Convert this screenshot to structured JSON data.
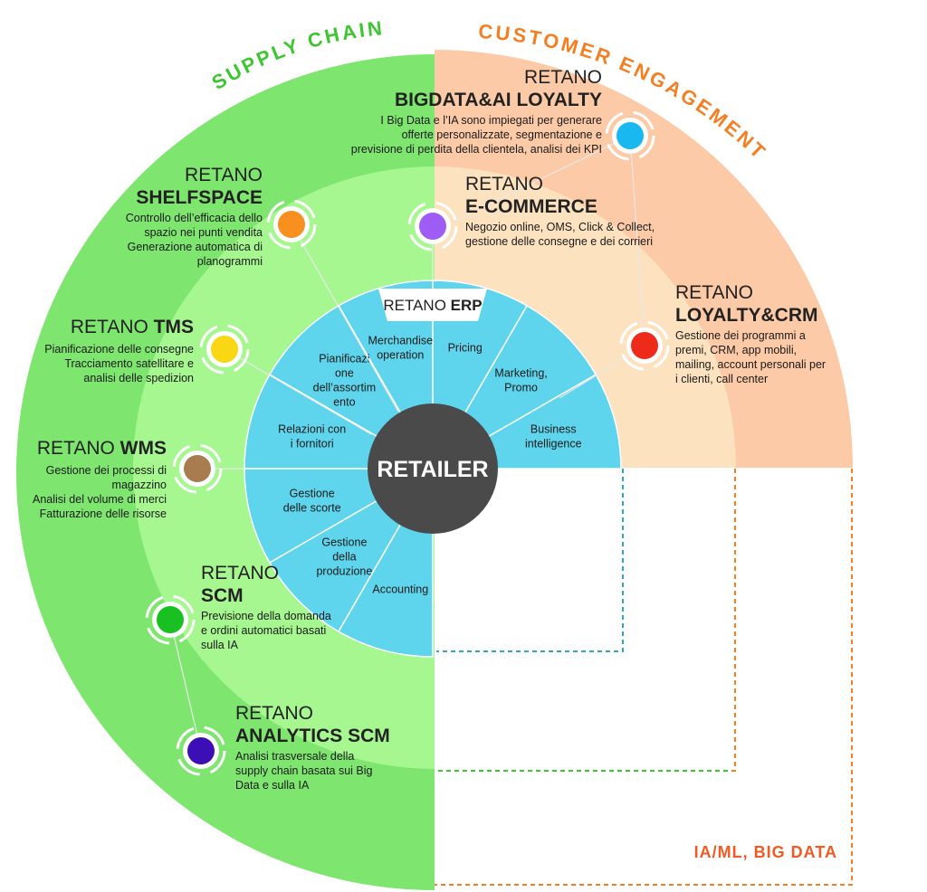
{
  "sections": {
    "supply_chain": "SUPPLY CHAIN",
    "customer_engagement": "CUSTOMER ENGAGEMENT",
    "ia_big_data": "IA/ML, BIG DATA"
  },
  "colors": {
    "supply_outer": "#7ee66f",
    "supply_inner": "#a6f790",
    "customer_outer": "#fccaa6",
    "customer_inner": "#fde2bf",
    "erp": "#5ed5ec",
    "center": "#4a4a4a",
    "supply_text": "#3cc62f",
    "customer_text": "#f47f22",
    "ia_text": "#f15a24",
    "dash_teal": "#2aa8b8",
    "dash_orange": "#f47f22",
    "dash_green": "#3cc62f"
  },
  "center": {
    "label": "RETAILER"
  },
  "erp": {
    "brand": "RETANO",
    "name": "ERP",
    "segments": [
      {
        "lines": [
          "Business",
          "intelligence"
        ]
      },
      {
        "lines": [
          "Marketing,",
          "Promo"
        ]
      },
      {
        "lines": [
          "Pricing"
        ]
      },
      {
        "lines": [
          "Merchandise",
          "operation"
        ]
      },
      {
        "lines": [
          "Pianificazi",
          "one",
          "dell’assortim",
          "ento"
        ]
      },
      {
        "lines": [
          "Relazioni con",
          "i fornitori"
        ]
      },
      {
        "lines": [
          "Gestione",
          "delle scorte"
        ]
      },
      {
        "lines": [
          "Gestione",
          "della",
          "produzione"
        ]
      },
      {
        "lines": [
          "Accounting"
        ]
      }
    ]
  },
  "modules": [
    {
      "id": "shelfspace",
      "brand": "RETANO",
      "name": "SHELFSPACE",
      "icon": "orange-node-icon",
      "color": "#f7901e",
      "desc": [
        "Controllo dell’efficacia dello",
        "spazio nei punti vendita",
        "Generazione automatica di",
        "planogrammi"
      ]
    },
    {
      "id": "tms",
      "brand": "RETANO",
      "name": "TMS",
      "icon": "yellow-node-icon",
      "color": "#f9d714",
      "desc": [
        "Pianificazione delle consegne",
        "Tracciamento satellitare e",
        "analisi delle spedizion"
      ]
    },
    {
      "id": "wms",
      "brand": "RETANO",
      "name": "WMS",
      "icon": "brown-node-icon",
      "color": "#a97c50",
      "desc": [
        "Gestione dei processi di",
        "magazzino",
        "Analisi del volume di merci",
        "Fatturazione delle risorse"
      ]
    },
    {
      "id": "scm",
      "brand": "RETANO",
      "name": "SCM",
      "icon": "green-node-icon",
      "color": "#18c121",
      "desc": [
        "Previsione della domanda",
        "e ordini automatici basati",
        "sulla IA"
      ]
    },
    {
      "id": "analytics_scm",
      "brand": "RETANO",
      "name": "ANALYTICS SCM",
      "icon": "purple-node-icon",
      "color": "#3b0fb5",
      "desc": [
        "Analisi trasversale della",
        "supply chain basata sui Big",
        "Data e sulla IA"
      ]
    },
    {
      "id": "bigdata_ai_loyalty",
      "brand": "RETANO",
      "name": "BIGDATA&AI LOYALTY",
      "icon": "blue-node-icon",
      "color": "#19b8f0",
      "desc": [
        "I Big Data e l’IA sono impiegati per generare",
        "offerte personalizzate, segmentazione e",
        "previsione di perdita della clientela, analisi dei KPI"
      ]
    },
    {
      "id": "ecommerce",
      "brand": "RETANO",
      "name": "E-COMMERCE",
      "icon": "violet-node-icon",
      "color": "#9f5cf5",
      "desc": [
        "Negozio online, OMS, Click & Collect,",
        "gestione delle consegne e dei corrieri"
      ]
    },
    {
      "id": "loyalty_crm",
      "brand": "RETANO",
      "name": "LOYALTY&CRM",
      "icon": "red-node-icon",
      "color": "#ee2a1a",
      "desc": [
        "Gestione dei programmi a",
        "premi, CRM, app mobili,",
        "mailing, account personali per",
        "i clienti, call center"
      ]
    }
  ]
}
